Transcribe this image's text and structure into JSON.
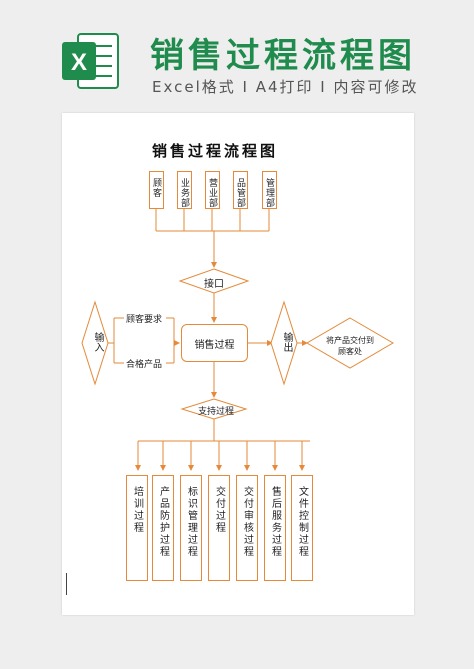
{
  "banner": {
    "title": "销售过程流程图",
    "subtitle": "Excel格式 I A4打印 I 内容可修改",
    "icon_letter": "X",
    "brand_color": "#1f8b4c"
  },
  "doc": {
    "title": "销售过程流程图",
    "line_color": "#e48a3a",
    "top_boxes": [
      "顾客",
      "业务部",
      "营业部",
      "品管部",
      "管理部"
    ],
    "interface_label": "接口",
    "input_label": "输入",
    "input_items": [
      "顾客要求",
      "合格产品"
    ],
    "center_label": "销售过程",
    "output_label": "输出",
    "delivery_label": "将产品交付到顾客处",
    "support_label": "支持过程",
    "bottom_boxes": [
      "培训过程",
      "产品防护过程",
      "标识管理过程",
      "交付过程",
      "交付审核过程",
      "售后服务过程",
      "文件控制过程"
    ]
  }
}
